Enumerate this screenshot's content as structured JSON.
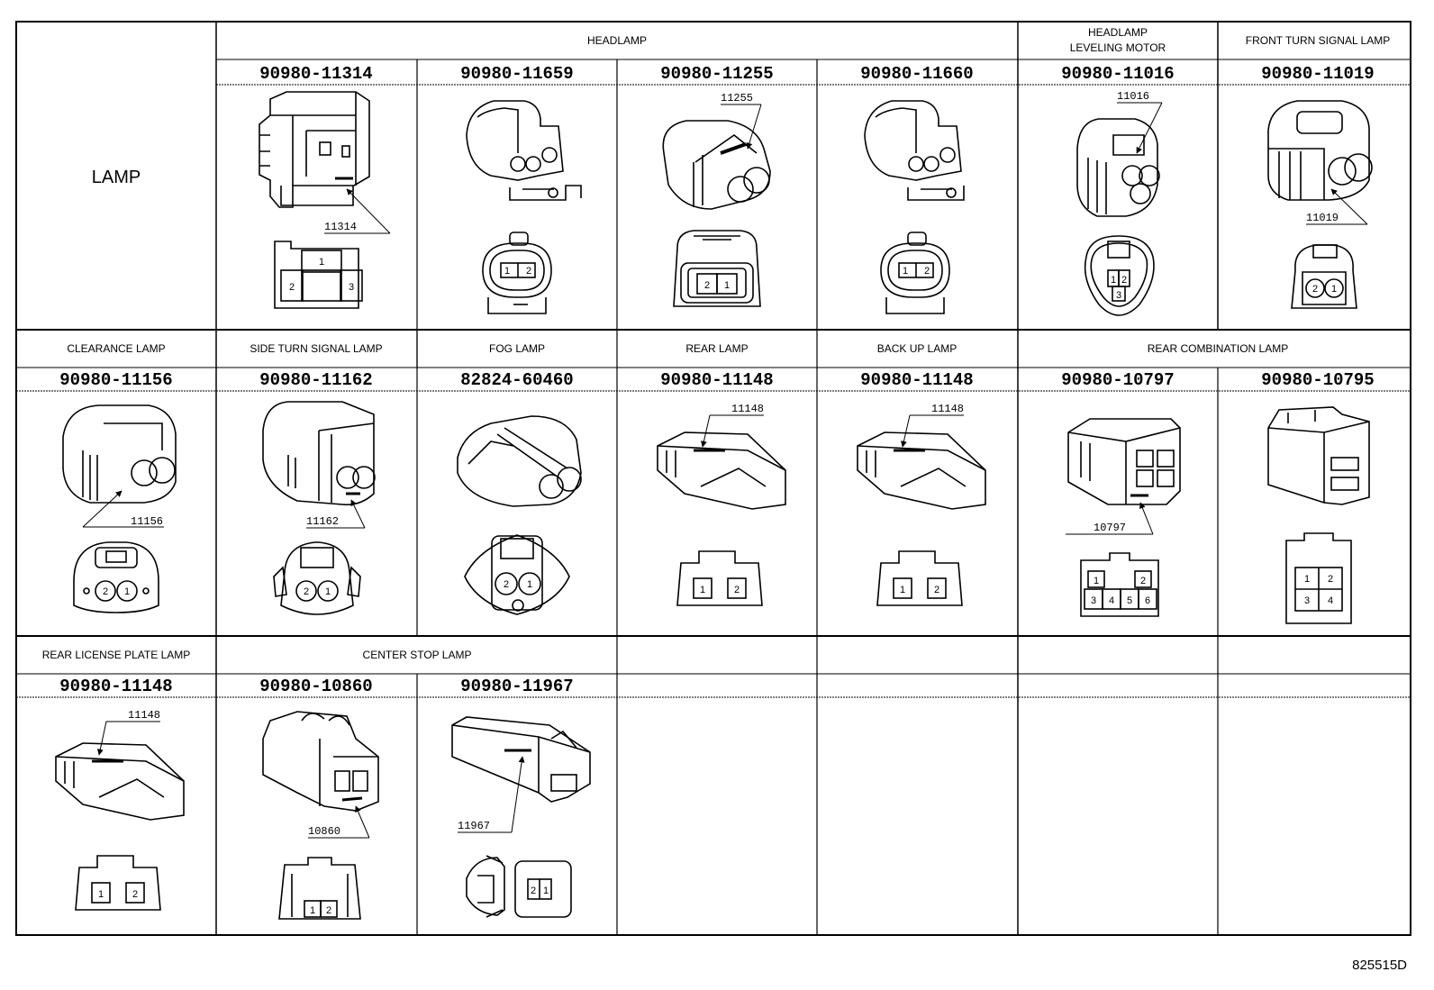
{
  "corner_label": "LAMP",
  "row1": {
    "groups": [
      {
        "label": "HEADLAMP"
      },
      {
        "label_line1": "HEADLAMP",
        "label_line2": "LEVELING MOTOR"
      },
      {
        "label": "FRONT TURN SIGNAL LAMP"
      }
    ],
    "cells": [
      {
        "part": "90980-11314",
        "callout": "11314",
        "pins": [
          "1",
          "2",
          "3"
        ]
      },
      {
        "part": "90980-11659",
        "pins": [
          "1",
          "2"
        ]
      },
      {
        "part": "90980-11255",
        "callout": "11255",
        "pins": [
          "2",
          "1"
        ]
      },
      {
        "part": "90980-11660",
        "pins": [
          "1",
          "2"
        ]
      },
      {
        "part": "90980-11016",
        "callout": "11016",
        "pins": [
          "1",
          "2",
          "3"
        ]
      },
      {
        "part": "90980-11019",
        "callout": "11019",
        "pins": [
          "2",
          "1"
        ]
      }
    ]
  },
  "row2": {
    "groups": [
      {
        "label": "CLEARANCE LAMP"
      },
      {
        "label": "SIDE TURN SIGNAL LAMP"
      },
      {
        "label": "FOG LAMP"
      },
      {
        "label": "REAR LAMP"
      },
      {
        "label": "BACK UP LAMP"
      },
      {
        "label": "REAR COMBINATION LAMP"
      }
    ],
    "cells": [
      {
        "part": "90980-11156",
        "callout": "11156",
        "pins": [
          "2",
          "1"
        ]
      },
      {
        "part": "90980-11162",
        "callout": "11162",
        "pins": [
          "2",
          "1"
        ]
      },
      {
        "part": "82824-60460",
        "pins": [
          "2",
          "1"
        ]
      },
      {
        "part": "90980-11148",
        "callout": "11148",
        "pins": [
          "1",
          "2"
        ]
      },
      {
        "part": "90980-11148",
        "callout": "11148",
        "pins": [
          "1",
          "2"
        ]
      },
      {
        "part": "90980-10797",
        "callout": "10797",
        "pins": [
          "1",
          "2",
          "3",
          "4",
          "5",
          "6"
        ]
      },
      {
        "part": "90980-10795",
        "pins": [
          "1",
          "2",
          "3",
          "4"
        ]
      }
    ]
  },
  "row3": {
    "groups": [
      {
        "label": "REAR LICENSE PLATE LAMP"
      },
      {
        "label": "CENTER STOP LAMP"
      }
    ],
    "cells": [
      {
        "part": "90980-11148",
        "callout": "11148",
        "pins": [
          "1",
          "2"
        ]
      },
      {
        "part": "90980-10860",
        "callout": "10860",
        "pins": [
          "1",
          "2"
        ]
      },
      {
        "part": "90980-11967",
        "callout": "11967",
        "pins": [
          "2",
          "1"
        ]
      }
    ]
  },
  "reference": "825515D"
}
